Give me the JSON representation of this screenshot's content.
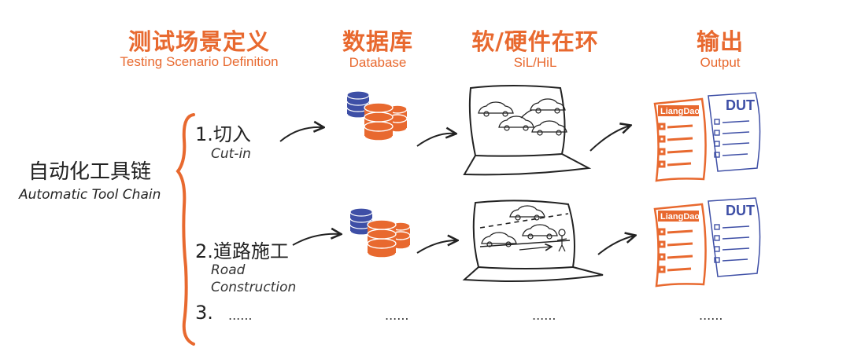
{
  "root": {
    "title_zh": "自动化工具链",
    "title_en": "Automatic Tool Chain"
  },
  "columns": [
    {
      "zh": "测试场景定义",
      "en": "Testing Scenario Definition"
    },
    {
      "zh": "数据库",
      "en": "Database"
    },
    {
      "zh": "软/硬件在环",
      "en": "SiL/HiL"
    },
    {
      "zh": "输出",
      "en": "Output"
    }
  ],
  "scenarios": [
    {
      "zh": "1.切入",
      "en_line1": "Cut-in",
      "en_line2": ""
    },
    {
      "zh": "2.道路施工",
      "en_line1": "Road",
      "en_line2": "Construction"
    },
    {
      "zh": "3.",
      "dots": "......"
    }
  ],
  "row3_dots": {
    "database": "......",
    "sil_hil": "......",
    "output": "......"
  },
  "output_doc": {
    "brand": "LiangDao",
    "dut": "DUT"
  },
  "colors": {
    "accent": "#e8692f",
    "blue": "#3e4fa6",
    "ink": "#222222"
  }
}
